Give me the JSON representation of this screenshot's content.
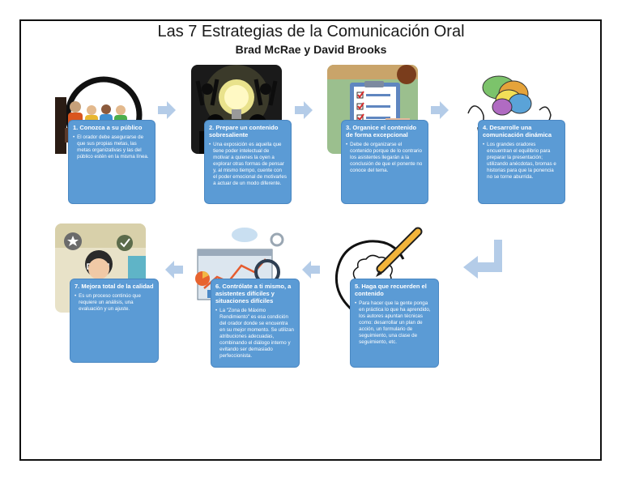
{
  "title": "Las 7 Estrategias de la Comunicación Oral",
  "subtitle": "Brad McRae y David Brooks",
  "colors": {
    "card": "#5b9bd5",
    "arrow": "#b4cce8"
  },
  "steps": [
    {
      "title": "1. Conozca a su público",
      "text": "El orador debe asegurarse de que sus propias metas, las metas organizativas y las del público estén en la misma línea."
    },
    {
      "title": "2. Prepare un contenido sobresaliente",
      "text": "Una exposición es aquella que tiene poder intelectual de motivar a quienes la oyen a explorar otras formas de pensar y, al mismo tiempo, cuente con el poder emocional de motivarles a actuar de un modo diferente."
    },
    {
      "title": "3. Organice el contenido de forma excepcional",
      "text": "Debe de organizarse el contenido porque de lo contrario los asistentes llegarán a la conclusión de que el ponente no conoce del tema."
    },
    {
      "title": "4. Desarrolle una comunicación dinámica",
      "text": "Los grandes oradores encuentran el equilibrio para preparar la presentación; utilizando anécdotas, bromas e historias para que la ponencia no se torne aburrida."
    },
    {
      "title": "5. Haga que recuerden el contenido",
      "text": "Para hacer que la gente ponga en práctica lo que ha aprendido, los autores apuntan técnicas como: desarrollar un plan de acción, un formulario de seguimiento, una clase de seguimiento, etc."
    },
    {
      "title": "6. Contrólate a ti mismo, a asistentes difíciles y situaciones difíciles",
      "text": "La \"Zona de Máximo Rendimiento\" es esa condición del orador donde se encuentra en su mejor momento. Se utilizan atribuciones adecuadas, combinando el diálogo interno y evitando ser demasiado perfeccionista."
    },
    {
      "title": "7. Mejora total de la calidad",
      "text": "Es un proceso continúo que requiere un análisis, una evaluación y un ajuste."
    }
  ]
}
